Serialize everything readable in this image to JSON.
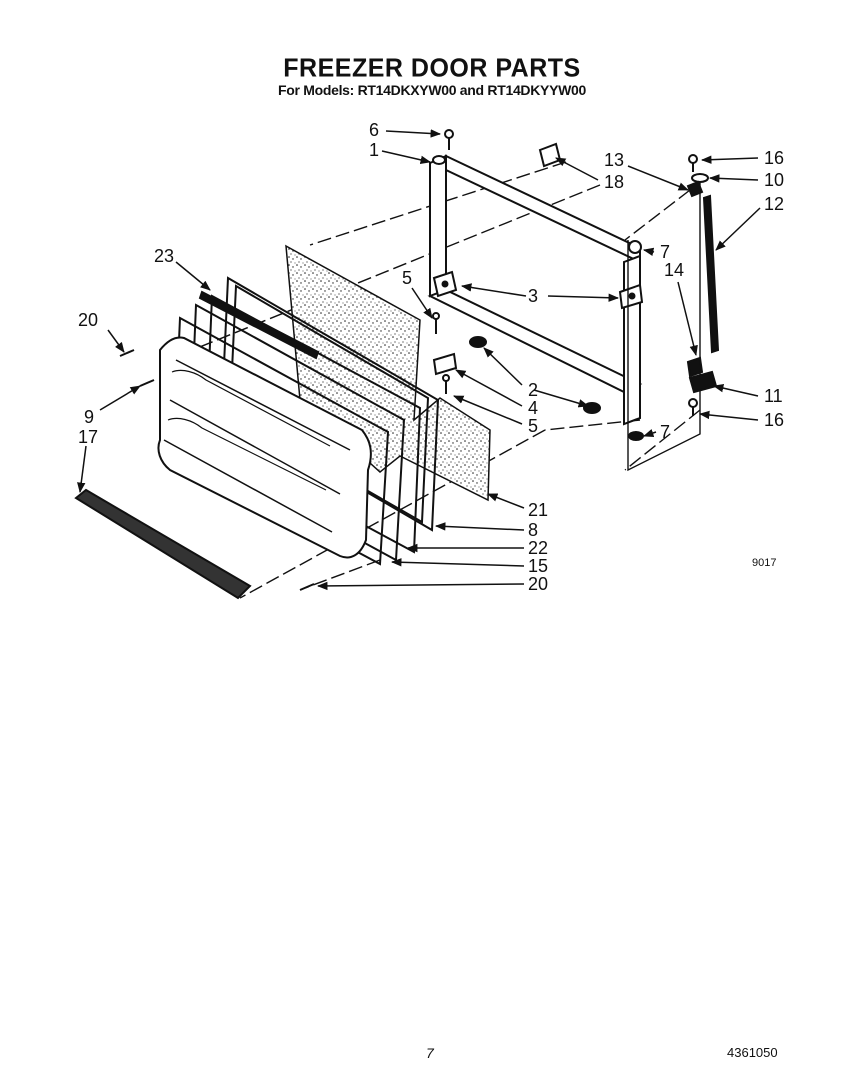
{
  "title": "FREEZER DOOR PARTS",
  "subtitle": "For Models: RT14DKXYW00 and RT14DKYYW00",
  "callouts": [
    "6",
    "1",
    "13",
    "16",
    "18",
    "10",
    "12",
    "7",
    "14",
    "23",
    "5",
    "3",
    "20",
    "2",
    "11",
    "4",
    "9",
    "17",
    "5",
    "16",
    "7",
    "21",
    "8",
    "22",
    "15",
    "20"
  ],
  "diagram_code": "9017",
  "page_number": "7",
  "document_number": "4361050"
}
